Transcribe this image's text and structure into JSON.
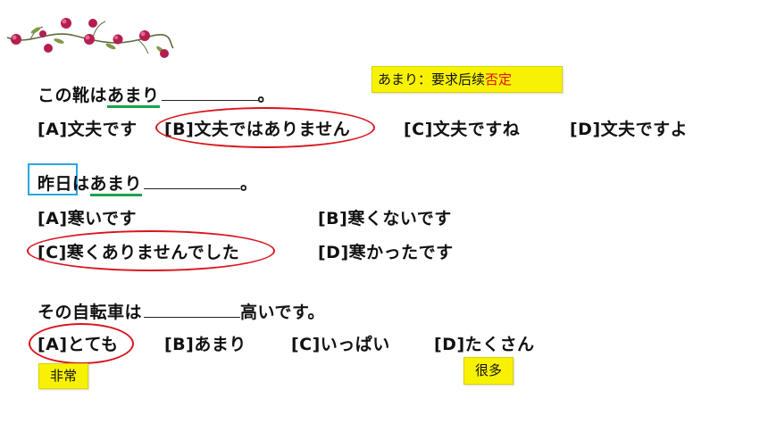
{
  "note_top": {
    "prefix": "あまり：要求后续",
    "highlight": "否定",
    "highlight_color": "#e01010"
  },
  "q1": {
    "pre": "この靴は",
    "keyword": "あまり",
    "post": "。",
    "options": [
      "[A]文夫です",
      "[B]文夫ではありません",
      "[C]文夫ですね",
      "[D]文夫ですよ"
    ]
  },
  "q2": {
    "boxed": "昨日",
    "pre": "は",
    "keyword": "あまり",
    "post": "。",
    "options": [
      "[A]寒いです",
      "[B]寒くないです",
      "[C]寒くありませんでした",
      "[D]寒かったです"
    ]
  },
  "q3": {
    "pre": "その自転車は",
    "post": "高いです。",
    "options": [
      "[A]とても",
      "[B]あまり",
      "[C]いっぱい",
      "[D]たくさん"
    ]
  },
  "note_left": "非常",
  "note_right": "很多",
  "colors": {
    "circle": "#d9141e",
    "underline": "#1aa34a",
    "box": "#2aa7e0",
    "note_bg": "#f7f203"
  }
}
